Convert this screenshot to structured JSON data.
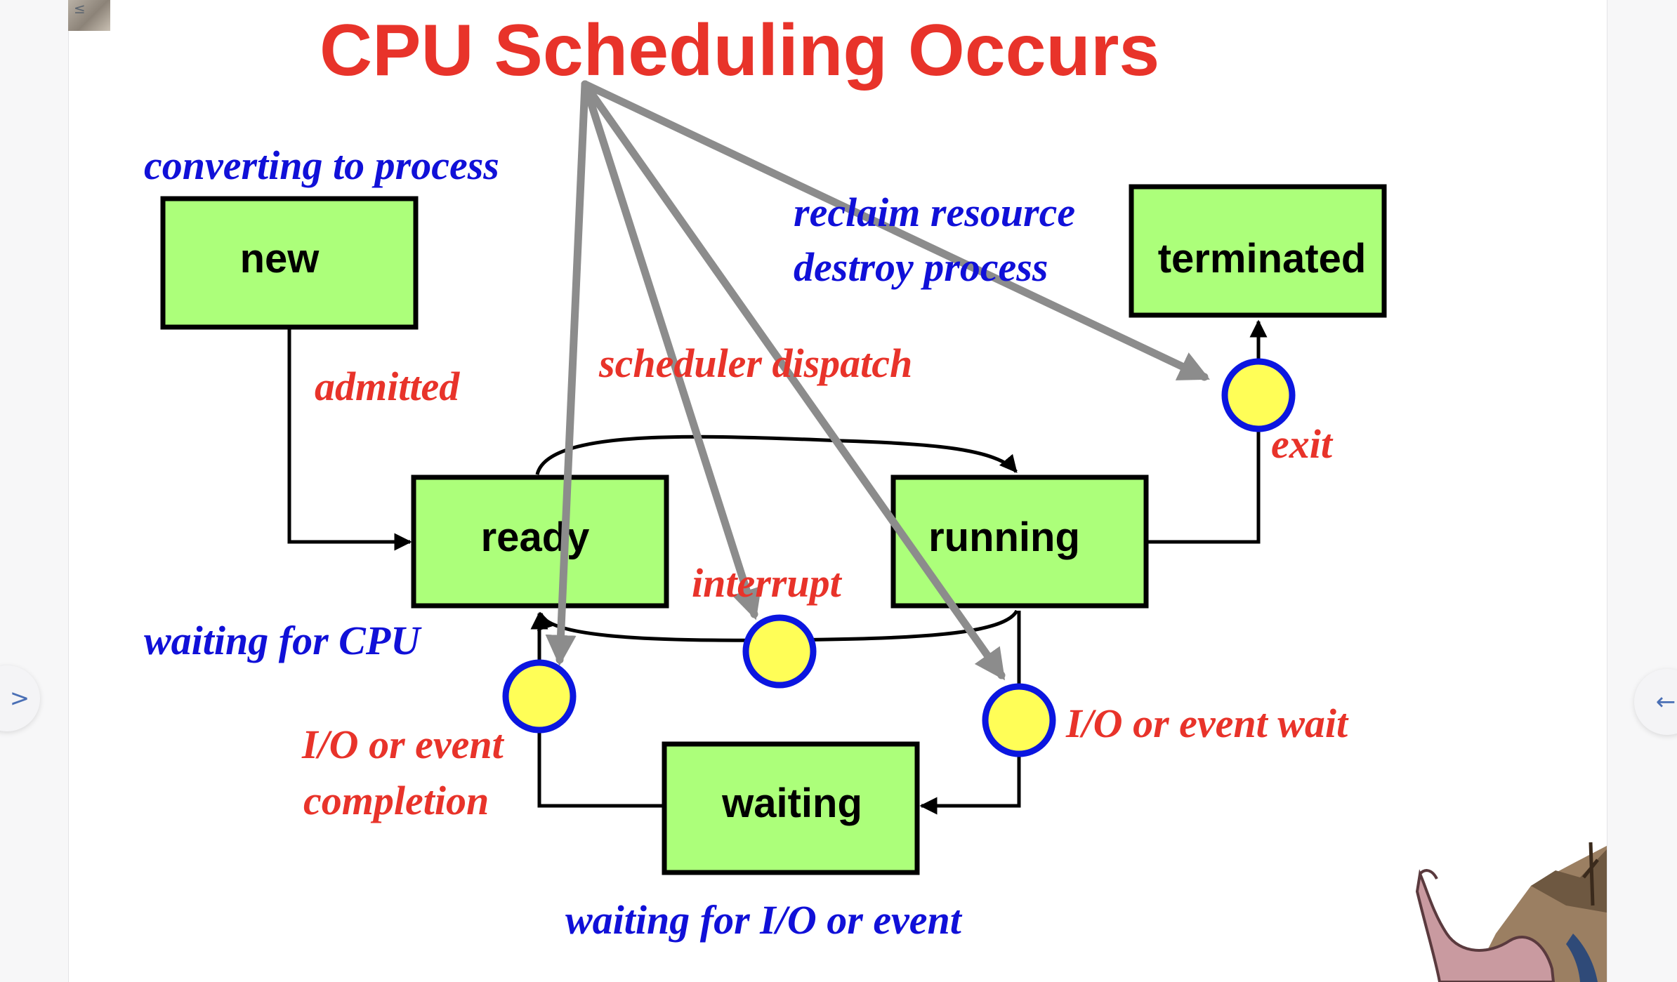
{
  "title": "CPU Scheduling Occurs",
  "states": {
    "new": "new",
    "ready": "ready",
    "running": "running",
    "waiting": "waiting",
    "terminated": "terminated"
  },
  "notes": {
    "converting": "converting to process",
    "reclaim": "reclaim resource",
    "destroy": "destroy process",
    "waiting_cpu": "waiting for CPU",
    "waiting_io": "waiting for I/O or event"
  },
  "transitions": {
    "admitted": "admitted",
    "scheduler_dispatch": "scheduler dispatch",
    "interrupt": "interrupt",
    "exit": "exit",
    "io_wait": "I/O or event wait",
    "io_completion_1": "I/O or event",
    "io_completion_2": "completion"
  },
  "colors": {
    "title": "#e8332a",
    "state_fill": "#acff7a",
    "node_fill": "#fffe57",
    "node_border": "#0b16e0",
    "blue_note": "#1010d8",
    "red_note": "#e8332a",
    "callout_arrow": "#8c8c8c"
  },
  "nav": {
    "left_icon": ">",
    "right_icon": "←"
  }
}
